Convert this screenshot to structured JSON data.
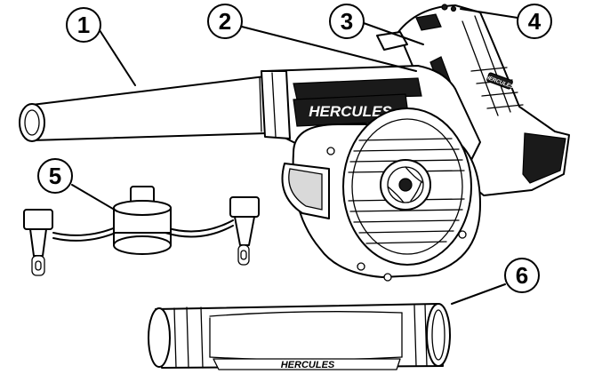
{
  "callouts": [
    {
      "id": "1",
      "label": "1"
    },
    {
      "id": "2",
      "label": "2"
    },
    {
      "id": "3",
      "label": "3"
    },
    {
      "id": "4",
      "label": "4"
    },
    {
      "id": "5",
      "label": "5"
    },
    {
      "id": "6",
      "label": "6"
    }
  ],
  "brand": {
    "blower_housing": "HERCULES",
    "handle_badge": "HERCULES",
    "extension_tube": "HERCULES"
  },
  "colors": {
    "line": "#000000",
    "background": "#ffffff",
    "accent_fill": "#1a1a1a"
  }
}
